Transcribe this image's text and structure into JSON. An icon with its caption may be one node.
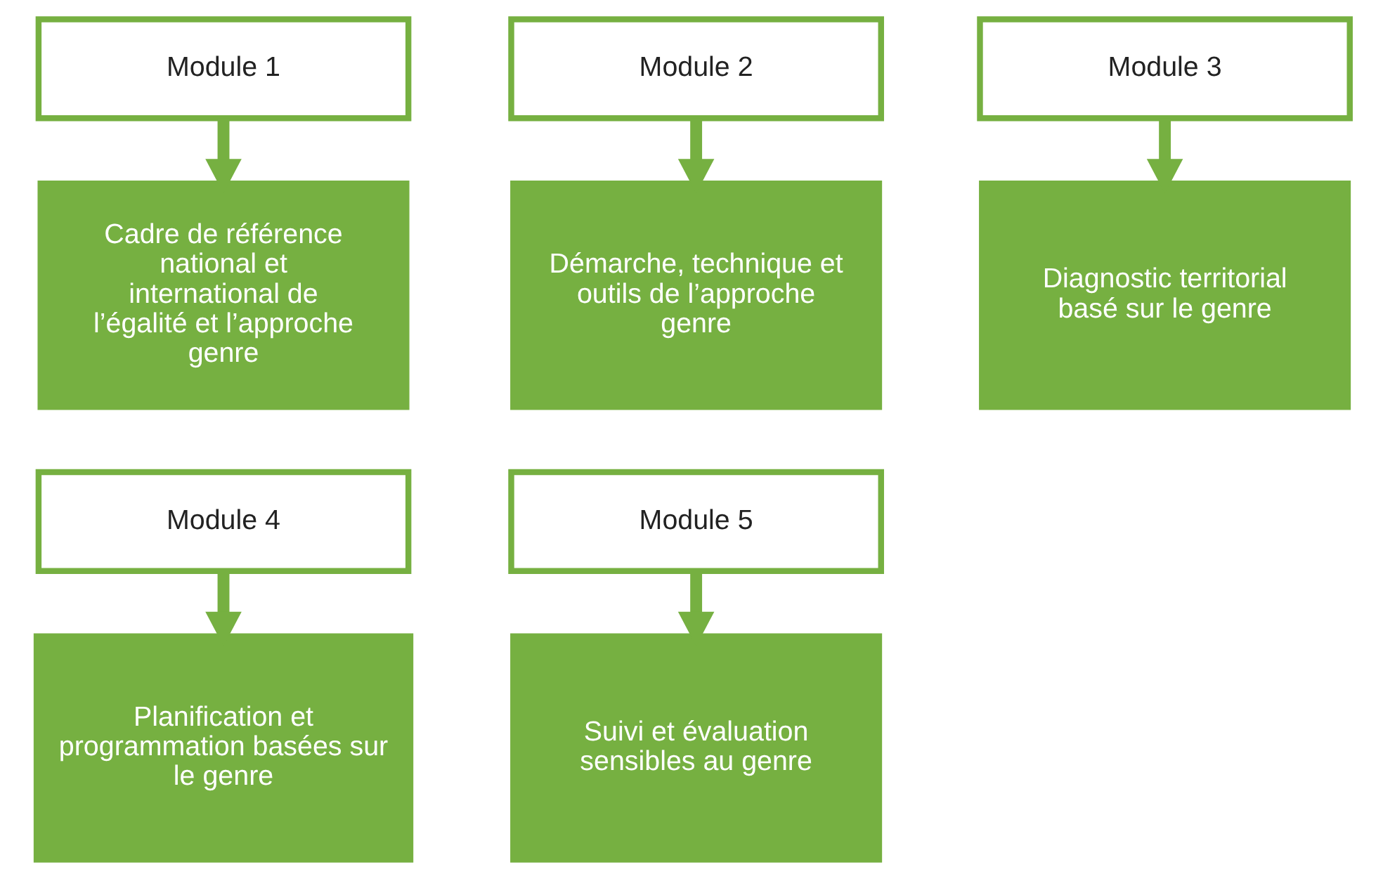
{
  "diagram": {
    "nodes": [
      {
        "text": [
          "Module 1"
        ]
      },
      {
        "text": [
          "Cadre de référence national et international de l’égalité et l’approche genre"
        ]
      },
      {
        "text": [
          "Module 2"
        ]
      },
      {
        "text": [
          "Démarche, technique et outils de l’approche genre"
        ]
      },
      {
        "text": [
          "Module 3"
        ]
      },
      {
        "text": [
          "Diagnostic territorial basé sur le genre"
        ]
      },
      {
        "text": [
          "Module 4"
        ]
      },
      {
        "text": [
          "Planification et programmation basées sur le genre"
        ]
      },
      {
        "text": [
          "Module 5"
        ]
      },
      {
        "text": [
          "Suivi et évaluation sensibles au genre"
        ]
      }
    ],
    "edges": [
      {
        "from": 0,
        "to": 1,
        "arrow": "to"
      },
      {
        "from": 2,
        "to": 3,
        "arrow": "to"
      },
      {
        "from": 4,
        "to": 5,
        "arrow": "to"
      },
      {
        "from": 6,
        "to": 7,
        "arrow": "to"
      },
      {
        "from": 8,
        "to": 9,
        "arrow": "to"
      }
    ]
  }
}
